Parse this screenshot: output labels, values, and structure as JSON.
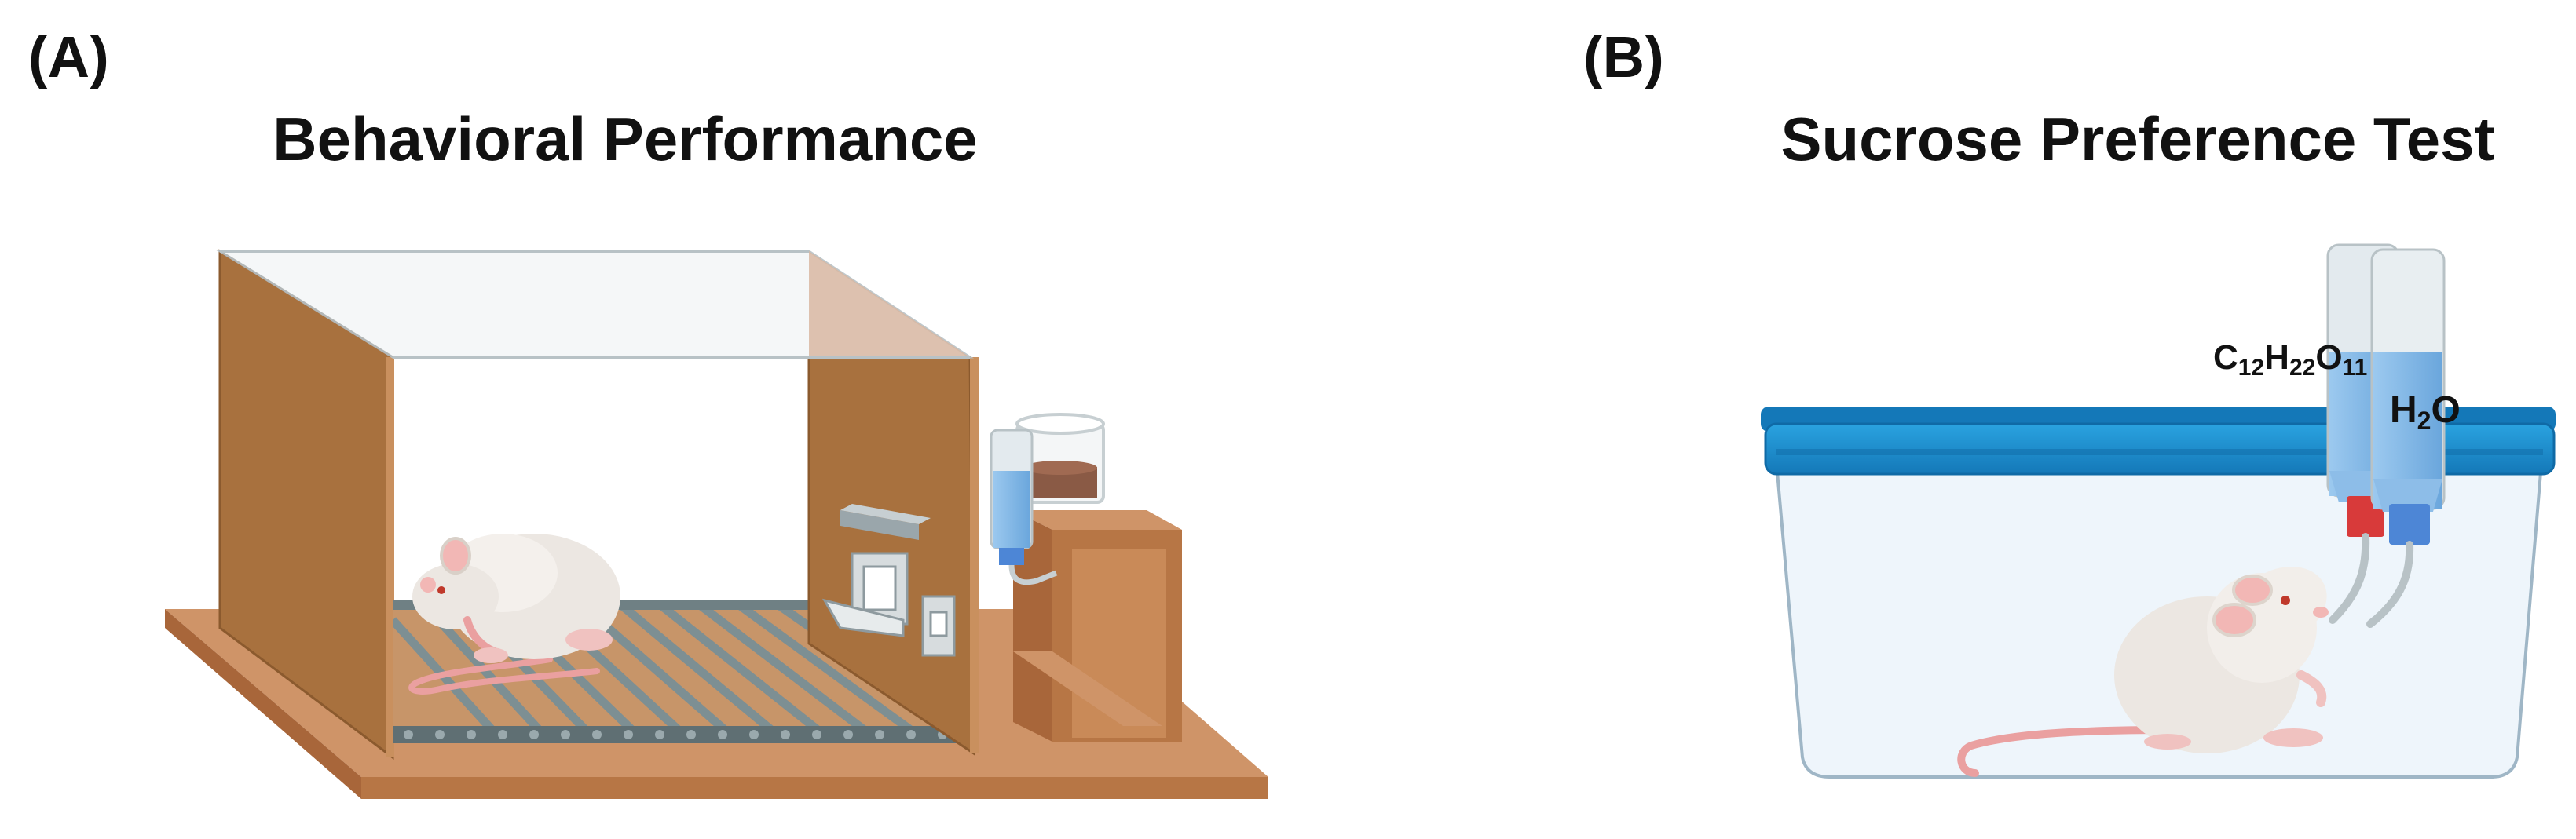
{
  "panels": {
    "a": {
      "label": "(A)",
      "title": "Behavioral Performance"
    },
    "b": {
      "label": "(B)",
      "title": "Sucrose Preference Test",
      "sucrose_formula": {
        "c": "C",
        "c_sub": "12",
        "h": "H",
        "h_sub": "22",
        "o": "O",
        "o_sub": "11"
      },
      "water_formula": {
        "h": "H",
        "h_sub": "2",
        "o": "O"
      }
    }
  },
  "colors": {
    "wood_dark": "#a8713e",
    "wood_light": "#cf9468",
    "grid_bar": "#7d8f93",
    "water": "#7fb7e6",
    "cap_red": "#d83a3a",
    "cap_blue": "#4d86d6",
    "lid_blue": "#1a8fd0",
    "cage_tint": "#eef5fb"
  }
}
